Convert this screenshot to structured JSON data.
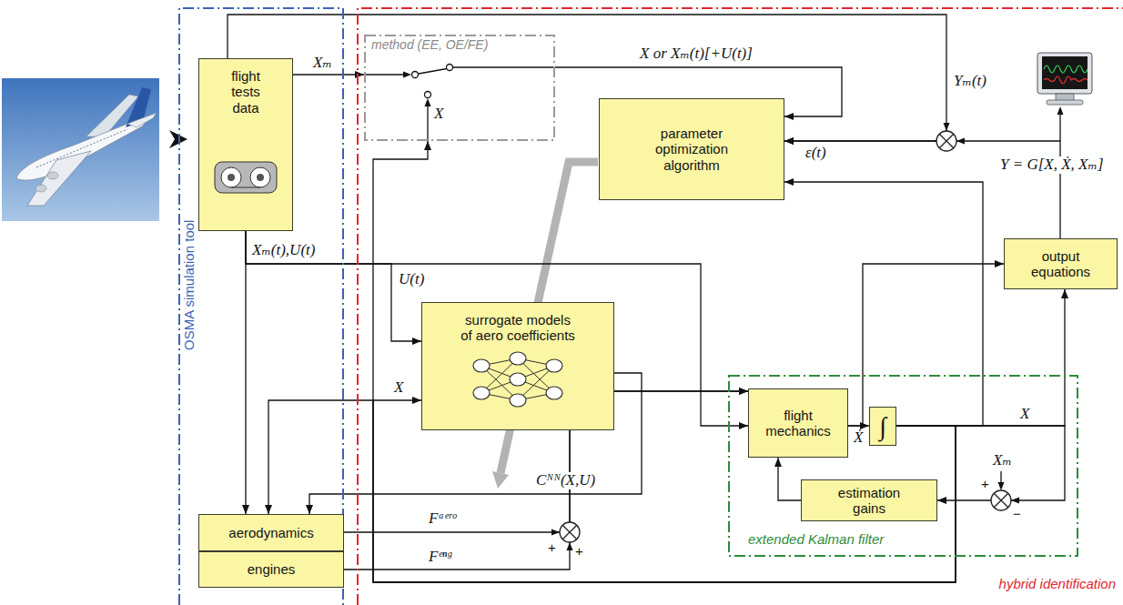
{
  "diagram": {
    "nodes": [
      {
        "text": [
          "OSMA simulation tool"
        ]
      },
      {
        "text": [
          "flight tests data"
        ],
        "in": 0
      },
      {
        "text": [
          "aerodynamics"
        ],
        "in": 0
      },
      {
        "text": [
          "engines"
        ],
        "in": 0
      },
      {
        "text": [
          "hybrid identification"
        ]
      },
      {
        "text": [
          "method (EE, OE/FE)"
        ],
        "in": 4
      },
      {
        "text": [
          "parameter optimization algorithm"
        ],
        "in": 4
      },
      {
        "text": [
          "surrogate models of aero coefficients"
        ],
        "in": 4
      },
      {
        "text": [
          "output equations"
        ],
        "in": 4
      },
      {
        "text": [
          "extended Kalman filter"
        ],
        "in": 4
      },
      {
        "text": [
          "flight mechanics"
        ],
        "in": 9
      },
      {
        "text": [
          "∫"
        ],
        "in": 9
      },
      {
        "text": [
          "estimation gains"
        ],
        "in": 9
      }
    ],
    "edges": [
      {
        "from": 1,
        "to": 2,
        "arrow": "to"
      },
      {
        "from": 1,
        "to": 5,
        "label": "Xₘ",
        "arrow": "to"
      },
      {
        "from": 5,
        "to": 6,
        "label": "X or Xₘ(t)[+U(t)]",
        "arrow": "to"
      },
      {
        "from": 1,
        "to": 10,
        "label": "Xₘ(t),U(t)",
        "arrow": "to"
      },
      {
        "from": 1,
        "to": 7,
        "label": "U(t)",
        "arrow": "to"
      },
      {
        "from": 10,
        "to": 11,
        "label": "Ẋ",
        "arrow": "to"
      },
      {
        "from": 10,
        "to": 8,
        "arrow": "to"
      },
      {
        "from": 11,
        "to": 8,
        "label": "X",
        "arrow": "to"
      },
      {
        "from": 11,
        "to": 6,
        "arrow": "to"
      },
      {
        "from": 11,
        "to": 5,
        "label": "X",
        "arrow": "to"
      },
      {
        "from": 11,
        "to": 7,
        "label": "X",
        "arrow": "to"
      },
      {
        "from": 11,
        "to": 2,
        "arrow": "to"
      },
      {
        "from": 11,
        "to": 12,
        "arrow": "to"
      },
      {
        "from": 12,
        "to": 10,
        "arrow": "to"
      },
      {
        "from": 7,
        "to": 2,
        "label": "Cᴺᴺ(X,U)",
        "arrow": "to"
      },
      {
        "from": 2,
        "to": 10,
        "label": "Fᵃᵉʳᵒ",
        "arrow": "to"
      },
      {
        "from": 3,
        "to": 10,
        "label": "Fᵉⁿᵍ",
        "arrow": "to"
      },
      {
        "from": 1,
        "to": 6,
        "arrow": "to"
      },
      {
        "from": 8,
        "to": 6,
        "arrow": "to"
      }
    ],
    "labels": [
      "Yₘ(t)",
      "ε(t)",
      "Y = G[X, Ẋ, Xₘ]",
      "Xₘ",
      "+",
      "−",
      "+",
      "+"
    ]
  }
}
